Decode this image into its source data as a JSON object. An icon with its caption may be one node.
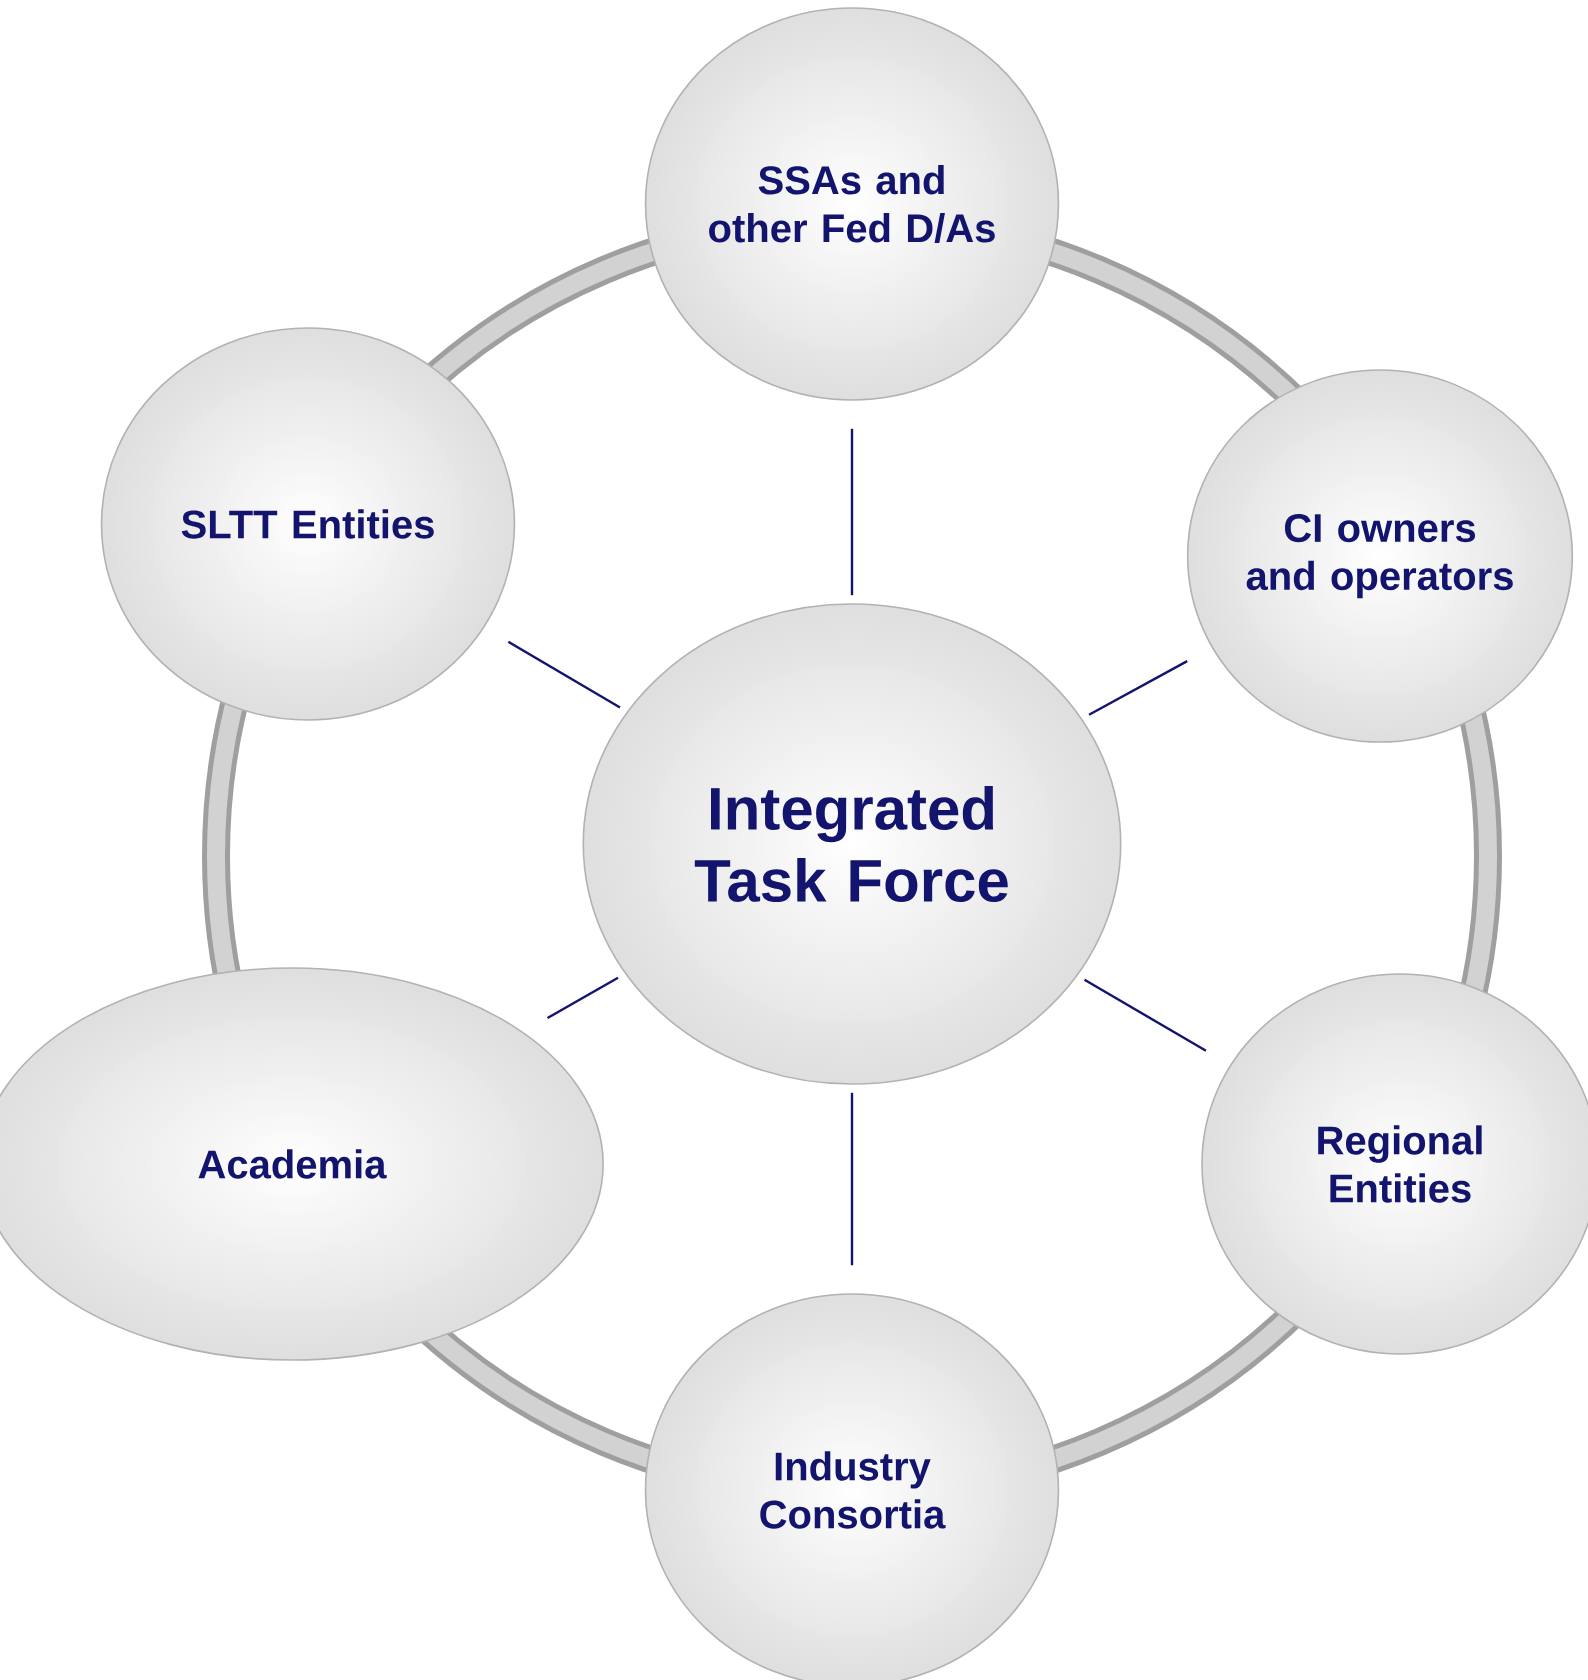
{
  "diagram": {
    "nodes": [
      {
        "text": [
          "SSAs and other Fed D/As"
        ]
      },
      {
        "text": [
          "SLTT Entities"
        ]
      },
      {
        "text": [
          "CI owners and operators"
        ]
      },
      {
        "text": [
          "Integrated Task Force"
        ]
      },
      {
        "text": [
          "Academia"
        ]
      },
      {
        "text": [
          "Regional Entities"
        ]
      },
      {
        "text": [
          "Industry Consortia"
        ]
      }
    ],
    "edges": [
      {
        "from": 3,
        "to": 0,
        "arrow": "none"
      },
      {
        "from": 3,
        "to": 1,
        "arrow": "none"
      },
      {
        "from": 3,
        "to": 2,
        "arrow": "none"
      },
      {
        "from": 3,
        "to": 4,
        "arrow": "none"
      },
      {
        "from": 3,
        "to": 5,
        "arrow": "none"
      },
      {
        "from": 3,
        "to": 6,
        "arrow": "none"
      }
    ]
  }
}
